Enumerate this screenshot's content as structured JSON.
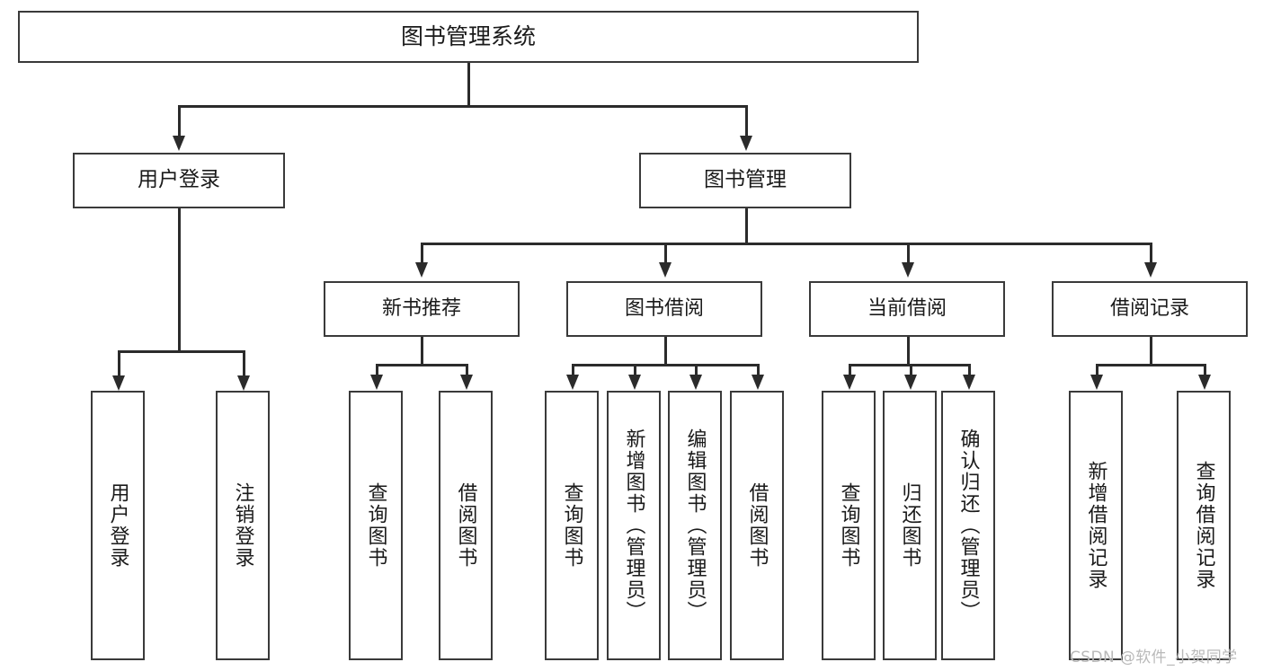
{
  "diagram": {
    "title": "图书管理系统",
    "type": "功能结构图",
    "root": {
      "label": "图书管理系统"
    },
    "level1": [
      {
        "id": "user-login",
        "label": "用户登录"
      },
      {
        "id": "book-manage",
        "label": "图书管理"
      }
    ],
    "level2": [
      {
        "id": "new-book-recommend",
        "label": "新书推荐",
        "parent": "book-manage"
      },
      {
        "id": "book-borrow",
        "label": "图书借阅",
        "parent": "book-manage"
      },
      {
        "id": "current-borrow",
        "label": "当前借阅",
        "parent": "book-manage"
      },
      {
        "id": "borrow-record",
        "label": "借阅记录",
        "parent": "book-manage"
      }
    ],
    "leaves": {
      "user-login": [
        {
          "id": "leaf-user-login",
          "label": "用户登录"
        },
        {
          "id": "leaf-logout",
          "label": "注销登录"
        }
      ],
      "new-book-recommend": [
        {
          "id": "leaf-query-book-1",
          "label": "查询图书"
        },
        {
          "id": "leaf-borrow-book-1",
          "label": "借阅图书"
        }
      ],
      "book-borrow": [
        {
          "id": "leaf-query-book-2",
          "label": "查询图书"
        },
        {
          "id": "leaf-add-book",
          "label": "新增图书（管理员）"
        },
        {
          "id": "leaf-edit-book",
          "label": "编辑图书（管理员）"
        },
        {
          "id": "leaf-borrow-book-2",
          "label": "借阅图书"
        }
      ],
      "current-borrow": [
        {
          "id": "leaf-query-book-3",
          "label": "查询图书"
        },
        {
          "id": "leaf-return-book",
          "label": "归还图书"
        },
        {
          "id": "leaf-confirm-return",
          "label": "确认归还（管理员）"
        }
      ],
      "borrow-record": [
        {
          "id": "leaf-add-record",
          "label": "新增借阅记录"
        },
        {
          "id": "leaf-query-record",
          "label": "查询借阅记录"
        }
      ]
    }
  },
  "watermark": {
    "text": "CSDN @软件_小贺同学"
  },
  "colors": {
    "box_border": "#3a3a3a",
    "connector": "#2b2b2b",
    "background": "#ffffff",
    "text": "#1a1a1a",
    "watermark": "#b9b9b9"
  }
}
